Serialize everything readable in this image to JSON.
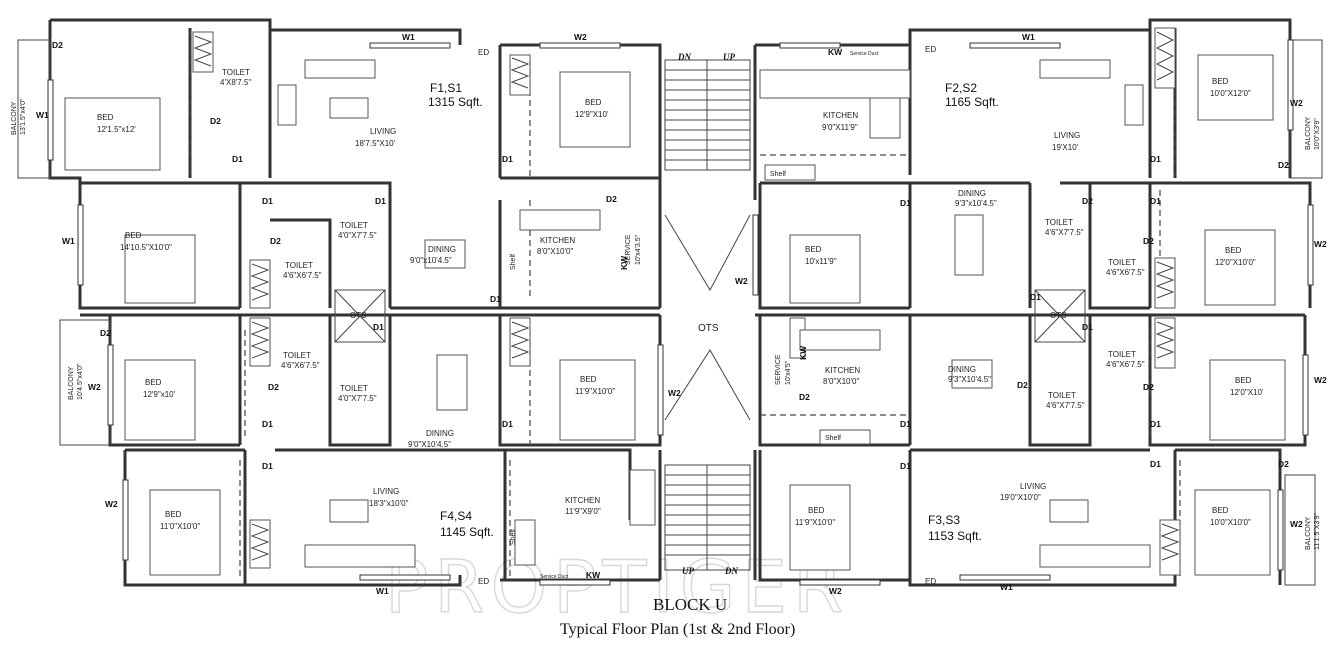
{
  "title": {
    "block": "BLOCK U",
    "subtitle": "Typical Floor Plan (1st & 2nd Floor)"
  },
  "watermark": "PROPTIGER",
  "flats": [
    {
      "name": "F1,S1",
      "area": "1315 Sqft."
    },
    {
      "name": "F2,S2",
      "area": "1165 Sqft."
    },
    {
      "name": "F4,S4",
      "area": "1145 Sqft."
    },
    {
      "name": "F3,S3",
      "area": "1153 Sqft."
    }
  ],
  "rooms": {
    "f1_bed_top": {
      "name": "BED",
      "size": "12'1.5\"x12'"
    },
    "f1_toilet_top": {
      "name": "TOILET",
      "size": "4'X8'7.5\""
    },
    "f1_living": {
      "name": "LIVING",
      "size": "18'7.5\"X10'"
    },
    "f1_bed_mid": {
      "name": "BED",
      "size": "14'10.5\"X10'0\""
    },
    "f1_toilet_a": {
      "name": "TOILET",
      "size": "4'0\"X7'7.5\""
    },
    "f1_toilet_b": {
      "name": "TOILET",
      "size": "4'6\"X6'7.5\""
    },
    "f1_dining": {
      "name": "DINING",
      "size": "9'0\"x10'4.5\""
    },
    "f1_balcony": {
      "name": "BALCONY",
      "size": "13'1.5\"x4'0\""
    },
    "c_bed_top": {
      "name": "BED",
      "size": "12'9\"X10'"
    },
    "c_kitchen_l": {
      "name": "KITCHEN",
      "size": "8'0\"X10'0\""
    },
    "c_service_l": {
      "name": "SERVICE",
      "size": "10'x4'3.5\""
    },
    "f2_kitchen": {
      "name": "KITCHEN",
      "size": "9'0\"X11'9\""
    },
    "f2_bed_top": {
      "name": "BED",
      "size": "10'0\"X12'0\""
    },
    "f2_living": {
      "name": "LIVING",
      "size": "19'X10'"
    },
    "f2_dining": {
      "name": "DINING",
      "size": "9'3\"x10'4.5\""
    },
    "f2_bed_mid": {
      "name": "BED",
      "size": "10'x11'9\""
    },
    "f2_toilet_a": {
      "name": "TOILET",
      "size": "4'6\"X7'7.5\""
    },
    "f2_toilet_b": {
      "name": "TOILET",
      "size": "4'6\"X6'7.5\""
    },
    "f2_bed_right": {
      "name": "BED",
      "size": "12'0\"X10'0\""
    },
    "f2_balcony": {
      "name": "BALCONY",
      "size": "10'0\"X3'9\""
    },
    "f4_bed_a": {
      "name": "BED",
      "size": "12'9\"x10'"
    },
    "f4_toilet_a": {
      "name": "TOILET",
      "size": "4'6\"X6'7.5\""
    },
    "f4_toilet_b": {
      "name": "TOILET",
      "size": "4'0\"X7'7.5\""
    },
    "f4_dining": {
      "name": "DINING",
      "size": "9'0\"X10'4.5\""
    },
    "f4_living": {
      "name": "LIVING",
      "size": "18'3\"x10'0\""
    },
    "f4_bed_b": {
      "name": "BED",
      "size": "11'0\"X10'0\""
    },
    "f4_balcony": {
      "name": "BALCONY",
      "size": "10'4.5\"x4'0\""
    },
    "c_bed_bot": {
      "name": "BED",
      "size": "11'9\"X10'0\""
    },
    "c_kitchen_b": {
      "name": "KITCHEN",
      "size": "11'9\"X9'0\""
    },
    "f3_service": {
      "name": "SERVICE",
      "size": "10'x4'5\""
    },
    "f3_kitchen": {
      "name": "KITCHEN",
      "size": "8'0\"X10'0\""
    },
    "f3_dining": {
      "name": "DINING",
      "size": "9'3\"X10'4.5\""
    },
    "f3_toilet_a": {
      "name": "TOILET",
      "size": "4'6\"X6'7.5\""
    },
    "f3_toilet_b": {
      "name": "TOILET",
      "size": "4'6\"X7'7.5\""
    },
    "f3_bed_r": {
      "name": "BED",
      "size": "12'0\"X10'"
    },
    "f3_bed_b": {
      "name": "BED",
      "size": "11'9\"X10'0\""
    },
    "f3_living": {
      "name": "LIVING",
      "size": "19'0\"X10'0\""
    },
    "f3_bed_c": {
      "name": "BED",
      "size": "10'0\"X10'0\""
    },
    "f3_balcony": {
      "name": "BALCONY",
      "size": "11'1.5\"X3'9\""
    }
  },
  "core": {
    "ots": "OTS",
    "ots_small": "OTS",
    "dn": "DN",
    "up": "UP",
    "shelf": "Shelf",
    "kw": "KW",
    "service_duct": "Service Duct",
    "ed": "ED"
  },
  "tags": {
    "d1": "D1",
    "d2": "D2",
    "w1": "W1",
    "w2": "W2"
  }
}
